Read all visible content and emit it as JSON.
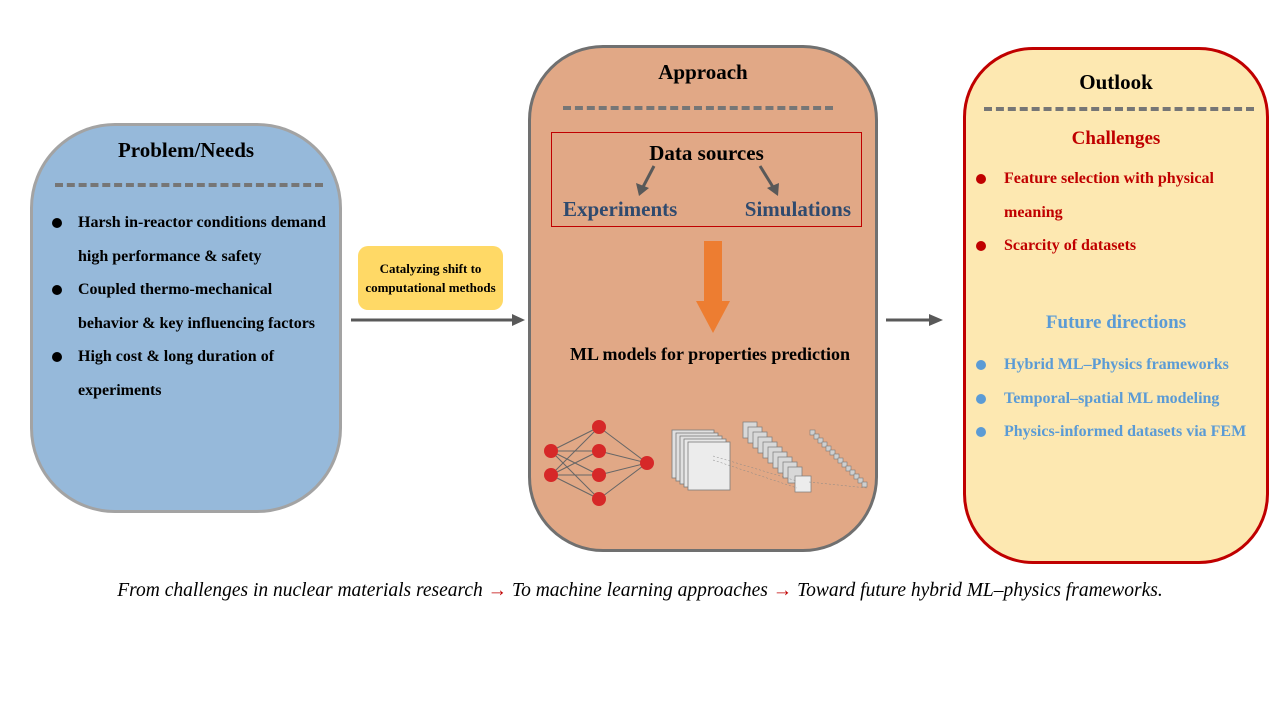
{
  "problem": {
    "title": "Problem/Needs",
    "bullets": [
      "Harsh in-reactor conditions demand high performance & safety",
      "Coupled thermo-mechanical behavior & key influencing factors",
      "High cost & long duration of experiments"
    ]
  },
  "catalyst": {
    "text": "Catalyzing shift to computational methods"
  },
  "approach": {
    "title": "Approach",
    "data_sources": {
      "title": "Data sources",
      "left": "Experiments",
      "right": "Simulations"
    },
    "ml_label": "ML models for properties prediction"
  },
  "outlook": {
    "title": "Outlook",
    "challenges_title": "Challenges",
    "challenges": [
      "Feature selection with physical meaning",
      "Scarcity of datasets"
    ],
    "future_title": "Future directions",
    "future": [
      "Hybrid ML–Physics frameworks",
      "Temporal–spatial ML modeling",
      "Physics-informed datasets via FEM"
    ]
  },
  "caption": {
    "part1": "From challenges in nuclear materials research",
    "part2": "To machine learning approaches",
    "part3": "Toward future hybrid ML–physics frameworks.",
    "arrow": "→"
  },
  "colors": {
    "problem_fill": "#96b9da",
    "approach_fill": "#e1a886",
    "outlook_fill": "#fde8b1",
    "outlook_border": "#c00000",
    "catalyst_fill": "#ffd966",
    "orange_arrow": "#ed7d31",
    "node_red": "#d62828",
    "future_blue": "#5b9bd5",
    "data_source_text": "#2f4a6e"
  },
  "icons": [
    "neural-network-icon",
    "cnn-feature-map-icon",
    "right-arrow-icon",
    "down-arrow-icon"
  ]
}
